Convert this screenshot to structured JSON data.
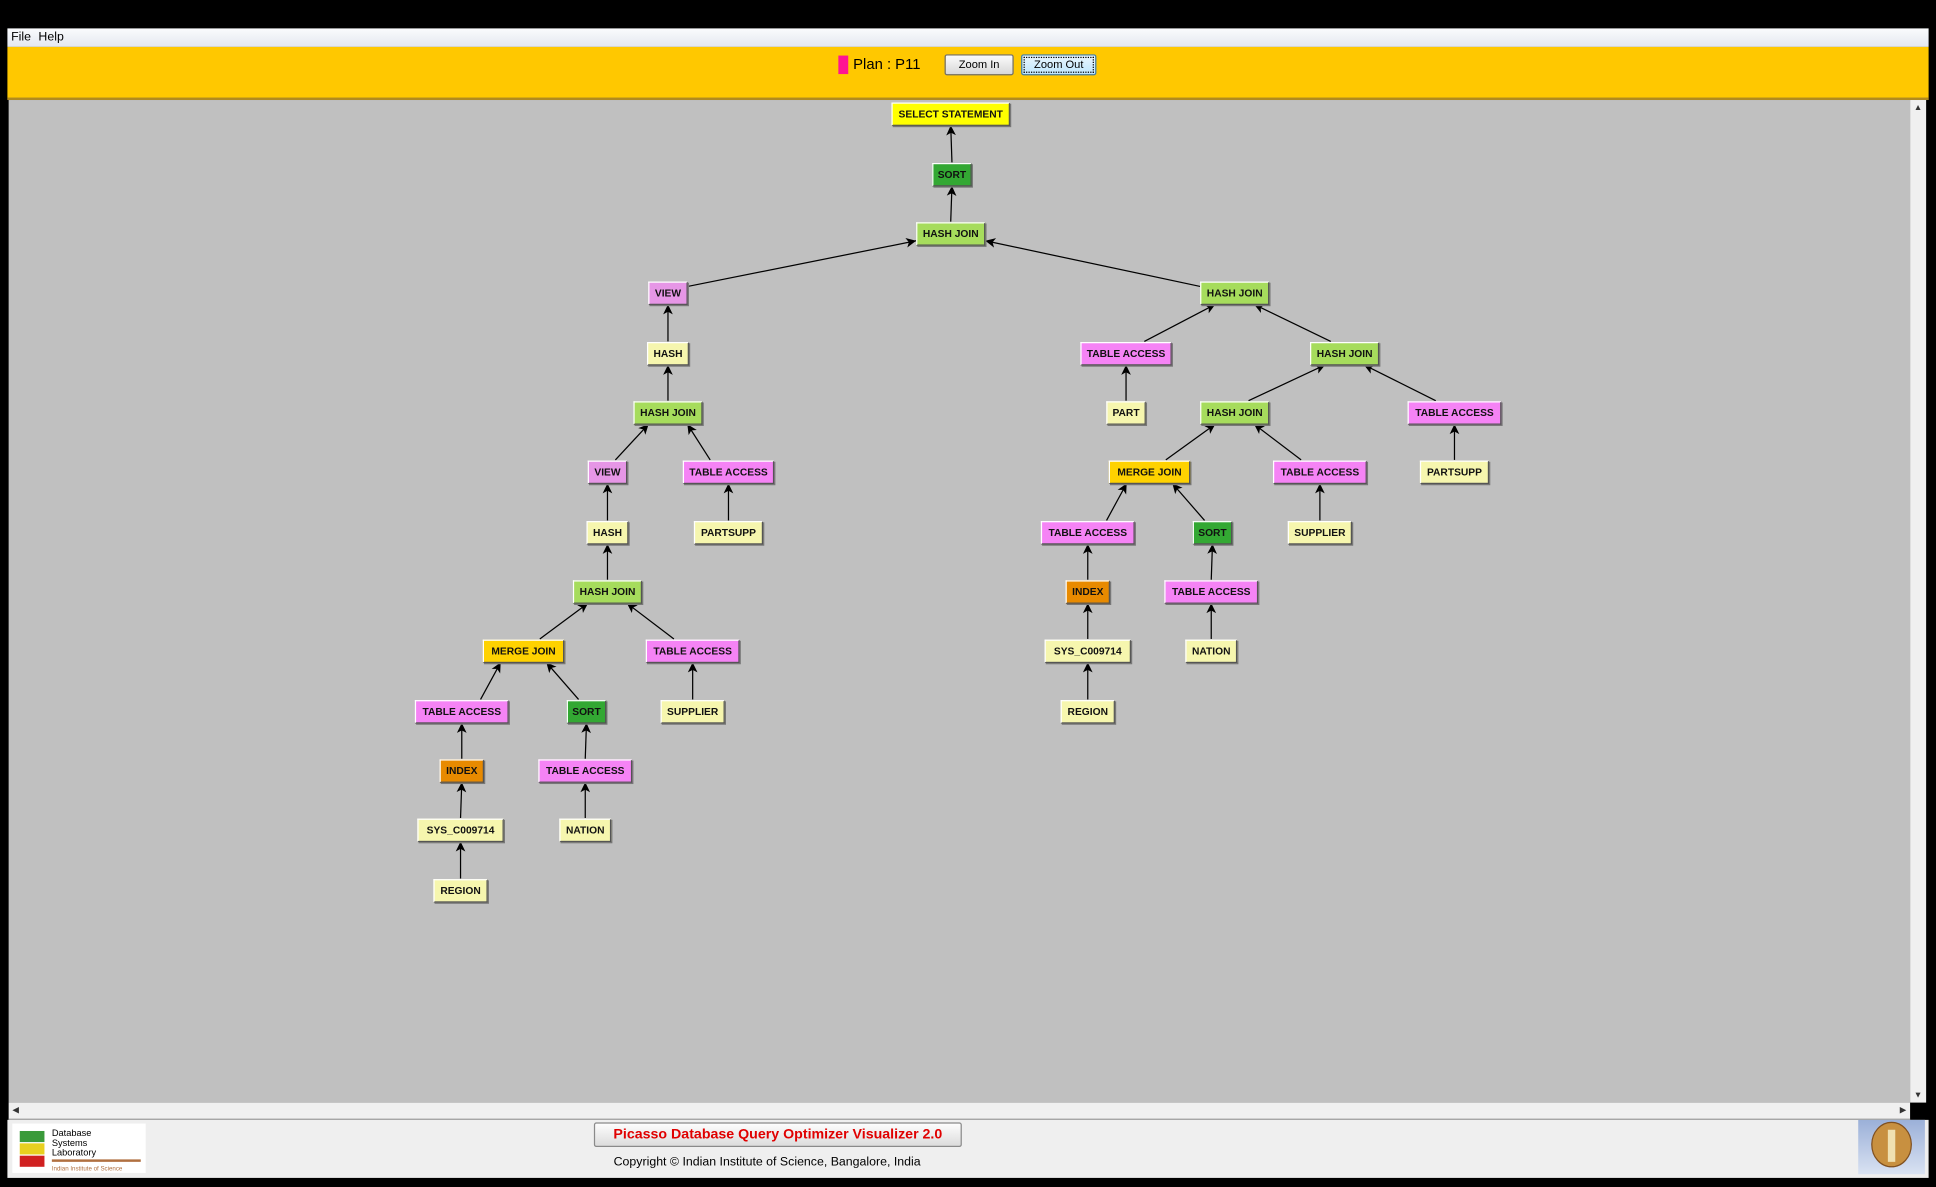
{
  "menu": {
    "file": "File",
    "help": "Help"
  },
  "toolbar": {
    "plan_label": "Plan : P11",
    "plan_color": "#FF1493",
    "zoom_in": "Zoom In",
    "zoom_out": "Zoom Out"
  },
  "footer": {
    "title": "Picasso Database Query Optimizer Visualizer 2.0",
    "copyright": "Copyright © Indian Institute of Science, Bangalore, India",
    "lab_logo_text": [
      "Database",
      "Systems",
      "Laboratory",
      "Indian Institute of Science"
    ],
    "crest_logo": "Indian Institute of Science crest"
  },
  "colors": {
    "select": "#FFFF00",
    "sort": "#33A833",
    "hj": "#A6DC5C",
    "view": "#E696E6",
    "leaf": "#F6F6AE",
    "ta": "#F583F5",
    "mj": "#FFD200",
    "idx": "#E88A00"
  },
  "plan": {
    "nodes": [
      {
        "label": "SELECT STATEMENT",
        "type": "select",
        "parent": null
      },
      {
        "label": "SORT",
        "type": "sort",
        "parent": 0
      },
      {
        "label": "HASH JOIN",
        "type": "hj",
        "parent": 1
      },
      {
        "label": "VIEW",
        "type": "view",
        "parent": 2
      },
      {
        "label": "HASH",
        "type": "leaf",
        "parent": 3
      },
      {
        "label": "HASH JOIN",
        "type": "hj",
        "parent": 4
      },
      {
        "label": "VIEW",
        "type": "view",
        "parent": 5
      },
      {
        "label": "TABLE ACCESS",
        "type": "ta",
        "parent": 5
      },
      {
        "label": "PARTSUPP",
        "type": "leaf",
        "parent": 7
      },
      {
        "label": "HASH",
        "type": "leaf",
        "parent": 6
      },
      {
        "label": "HASH JOIN",
        "type": "hj",
        "parent": 9
      },
      {
        "label": "MERGE JOIN",
        "type": "mj",
        "parent": 10
      },
      {
        "label": "TABLE ACCESS",
        "type": "ta",
        "parent": 10
      },
      {
        "label": "SUPPLIER",
        "type": "leaf",
        "parent": 12
      },
      {
        "label": "TABLE ACCESS",
        "type": "ta",
        "parent": 11
      },
      {
        "label": "SORT",
        "type": "sort",
        "parent": 11
      },
      {
        "label": "INDEX",
        "type": "idx",
        "parent": 14
      },
      {
        "label": "SYS_C009714",
        "type": "leaf",
        "parent": 16
      },
      {
        "label": "REGION",
        "type": "leaf",
        "parent": 17
      },
      {
        "label": "TABLE ACCESS",
        "type": "ta",
        "parent": 15
      },
      {
        "label": "NATION",
        "type": "leaf",
        "parent": 19
      },
      {
        "label": "HASH JOIN",
        "type": "hj",
        "parent": 2
      },
      {
        "label": "TABLE ACCESS",
        "type": "ta",
        "parent": 21
      },
      {
        "label": "PART",
        "type": "leaf",
        "parent": 22
      },
      {
        "label": "HASH JOIN",
        "type": "hj",
        "parent": 21
      },
      {
        "label": "HASH JOIN",
        "type": "hj",
        "parent": 24
      },
      {
        "label": "TABLE ACCESS",
        "type": "ta",
        "parent": 24
      },
      {
        "label": "PARTSUPP",
        "type": "leaf",
        "parent": 26
      },
      {
        "label": "MERGE JOIN",
        "type": "mj",
        "parent": 25
      },
      {
        "label": "TABLE ACCESS",
        "type": "ta",
        "parent": 25
      },
      {
        "label": "SUPPLIER",
        "type": "leaf",
        "parent": 29
      },
      {
        "label": "TABLE ACCESS",
        "type": "ta",
        "parent": 28
      },
      {
        "label": "SORT",
        "type": "sort",
        "parent": 28
      },
      {
        "label": "INDEX",
        "type": "idx",
        "parent": 31
      },
      {
        "label": "SYS_C009714",
        "type": "leaf",
        "parent": 33
      },
      {
        "label": "REGION",
        "type": "leaf",
        "parent": 34
      },
      {
        "label": "TABLE ACCESS",
        "type": "ta",
        "parent": 32
      },
      {
        "label": "NATION",
        "type": "leaf",
        "parent": 36
      }
    ]
  }
}
